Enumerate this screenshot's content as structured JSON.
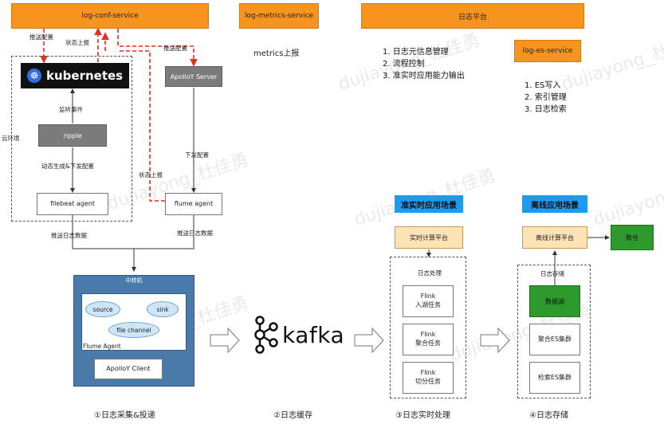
{
  "services": {
    "log_conf": "log-conf-service",
    "log_metrics": "log-metrics-service",
    "log_platform": "日志平台",
    "log_es": "log-es-service"
  },
  "metrics_report": "metrics上报",
  "platform_features": [
    "1. 日志元信息管理",
    "2. 流程控制",
    "3. 准实时应用能力输出"
  ],
  "es_features": [
    "1. ES写入",
    "2. 索引管理",
    "3. 日志检索"
  ],
  "collection": {
    "push_config_left": "推送配置",
    "status_report_top": "状态上报",
    "push_config_right": "推送配置",
    "kubernetes": "kubernetes",
    "apollo_server": "ApolloY Server",
    "listen_events": "监听事件",
    "ripple": "ripple",
    "cloud_env": "云环境",
    "dynamic_gen": "动态生成&下发配置",
    "send_config": "下发配置",
    "status_report_mid": "状态上报",
    "filebeat": "filebeat agent",
    "flume_agent": "flume agent",
    "push_log_left": "推送日志数据",
    "push_log_right": "推送日志数据",
    "relay": "中转机",
    "source": "source",
    "sink": "sink",
    "file_channel": "file channel",
    "flume_agent_label": "Flume Agent",
    "apollo_client": "ApolloY Client"
  },
  "kafka_label": "kafka",
  "realtime": {
    "title": "准实时应用场景",
    "platform": "实时计算平台",
    "processing": "日志处理",
    "tasks": [
      "Flink\n入湖任务",
      "Flink\n聚合任务",
      "Flink\n切分任务"
    ]
  },
  "offline": {
    "title": "离线应用场景",
    "platform": "离线计算平台",
    "warehouse": "数仓",
    "storage": "日志存储",
    "items": [
      "数据湖",
      "聚合ES集群",
      "检索ES集群"
    ]
  },
  "captions": [
    "①日志采集&投递",
    "②日志缓存",
    "③日志实时处理",
    "④日志存储"
  ],
  "watermark": "dujiayong_杜佳勇",
  "colors": {
    "orange": "#f7941d",
    "blue": "#1e9bf0",
    "steel": "#4a7aaa",
    "green": "#2e9a2e",
    "red": "#e0301e"
  }
}
